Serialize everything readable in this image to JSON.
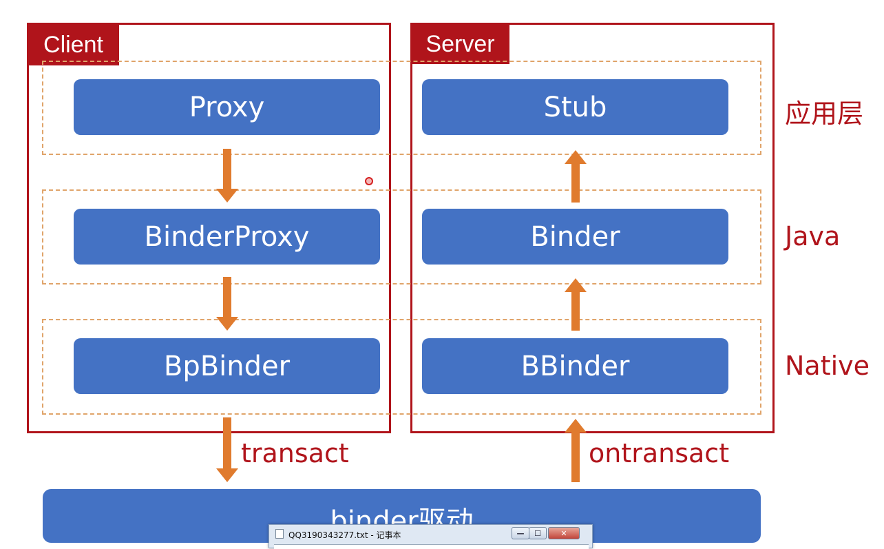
{
  "client": {
    "title": "Client"
  },
  "server": {
    "title": "Server"
  },
  "layers": {
    "app": "应用层",
    "java": "Java",
    "native": "Native"
  },
  "blocks": {
    "proxy": "Proxy",
    "binder_proxy": "BinderProxy",
    "bp_binder": "BpBinder",
    "stub": "Stub",
    "binder": "Binder",
    "bbinder": "BBinder"
  },
  "calls": {
    "transact": "transact",
    "ontransact": "ontransact"
  },
  "driver": {
    "label": "binder驱动"
  },
  "notepad": {
    "title": "QQ3190343277.txt - 记事本",
    "buttons": {
      "minimize": "—",
      "maximize": "☐",
      "close": "✕"
    }
  },
  "colors": {
    "frame_red": "#b0141b",
    "block_blue": "#4472c4",
    "arrow_orange": "#e07b2e",
    "dashed_orange": "#e0a46a"
  }
}
